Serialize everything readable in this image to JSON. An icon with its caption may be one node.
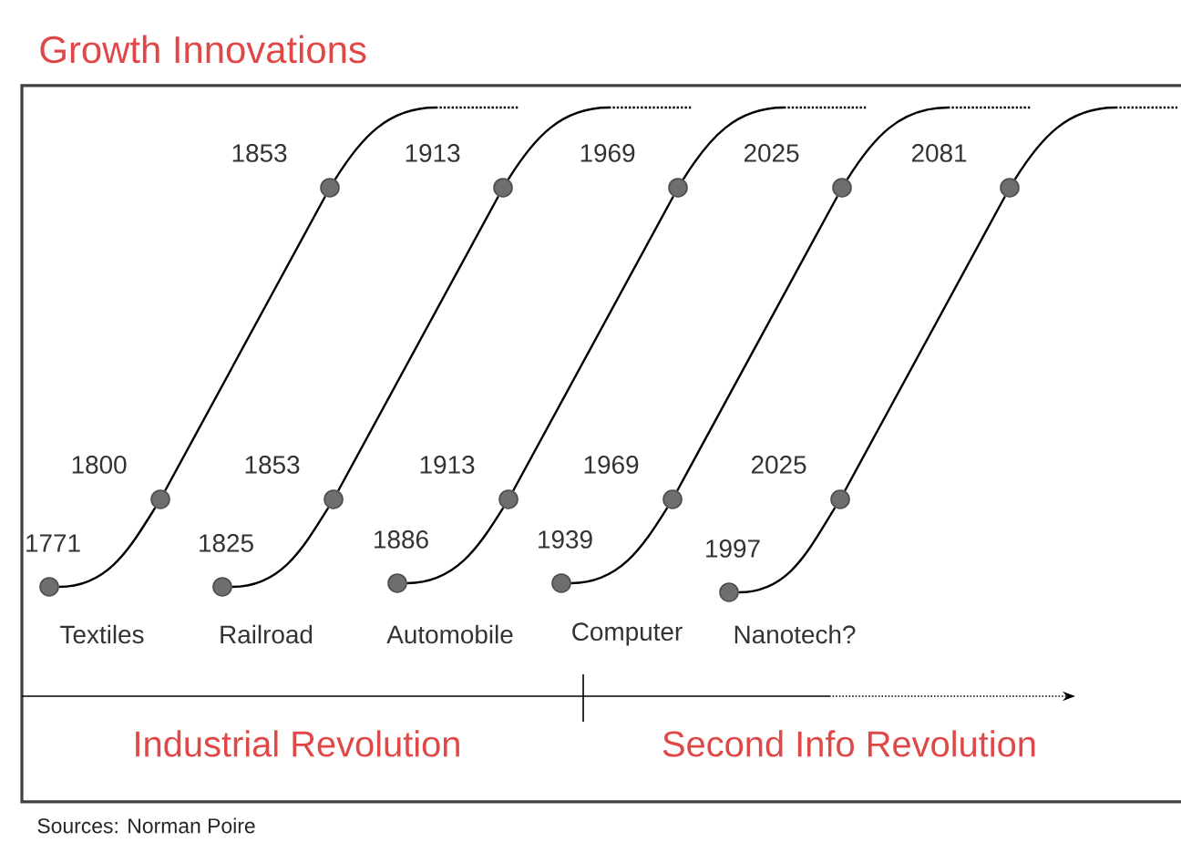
{
  "diagram": {
    "title": "Growth Innovations",
    "caption": "Sources: Norman Poire",
    "nodes": [
      {
        "text": [],
        "shape": "circle",
        "beside": [
          "1771"
        ]
      },
      {
        "text": [],
        "shape": "circle",
        "beside": [
          "1800"
        ]
      },
      {
        "text": [],
        "shape": "circle",
        "beside": [
          "1853"
        ]
      },
      {
        "text": [],
        "shape": "circle",
        "beside": [
          "1825"
        ]
      },
      {
        "text": [],
        "shape": "circle",
        "beside": [
          "1853"
        ]
      },
      {
        "text": [],
        "shape": "circle",
        "beside": [
          "1913"
        ]
      },
      {
        "text": [],
        "shape": "circle",
        "beside": [
          "1886"
        ]
      },
      {
        "text": [],
        "shape": "circle",
        "beside": [
          "1913"
        ]
      },
      {
        "text": [],
        "shape": "circle",
        "beside": [
          "1969"
        ]
      },
      {
        "text": [],
        "shape": "circle",
        "beside": [
          "1939"
        ]
      },
      {
        "text": [],
        "shape": "circle",
        "beside": [
          "1969"
        ]
      },
      {
        "text": [],
        "shape": "circle",
        "beside": [
          "2025"
        ]
      },
      {
        "text": [],
        "shape": "circle",
        "beside": [
          "1997"
        ]
      },
      {
        "text": [],
        "shape": "circle",
        "beside": [
          "2025"
        ]
      },
      {
        "text": [],
        "shape": "circle",
        "beside": [
          "2081"
        ]
      }
    ],
    "edges": [
      {
        "from": 0,
        "to": 1,
        "arrow": "none"
      },
      {
        "from": 1,
        "to": 2,
        "arrow": "none"
      },
      {
        "from": 2,
        "to": null,
        "arrow": "none"
      },
      {
        "from": 3,
        "to": 4,
        "arrow": "none"
      },
      {
        "from": 4,
        "to": 5,
        "arrow": "none"
      },
      {
        "from": 5,
        "to": null,
        "arrow": "none"
      },
      {
        "from": 6,
        "to": 7,
        "arrow": "none"
      },
      {
        "from": 7,
        "to": 8,
        "arrow": "none"
      },
      {
        "from": 8,
        "to": null,
        "arrow": "none"
      },
      {
        "from": 9,
        "to": 10,
        "arrow": "none"
      },
      {
        "from": 10,
        "to": 11,
        "arrow": "none"
      },
      {
        "from": 11,
        "to": null,
        "arrow": "none"
      },
      {
        "from": 12,
        "to": 13,
        "arrow": "none"
      },
      {
        "from": 13,
        "to": 14,
        "arrow": "none"
      },
      {
        "from": 14,
        "to": null,
        "arrow": "none"
      }
    ],
    "labels": [
      "Textiles",
      "Railroad",
      "Automobile",
      "Computer",
      "Nanotech?",
      "Industrial Revolution",
      "Second Info Revolution"
    ]
  }
}
